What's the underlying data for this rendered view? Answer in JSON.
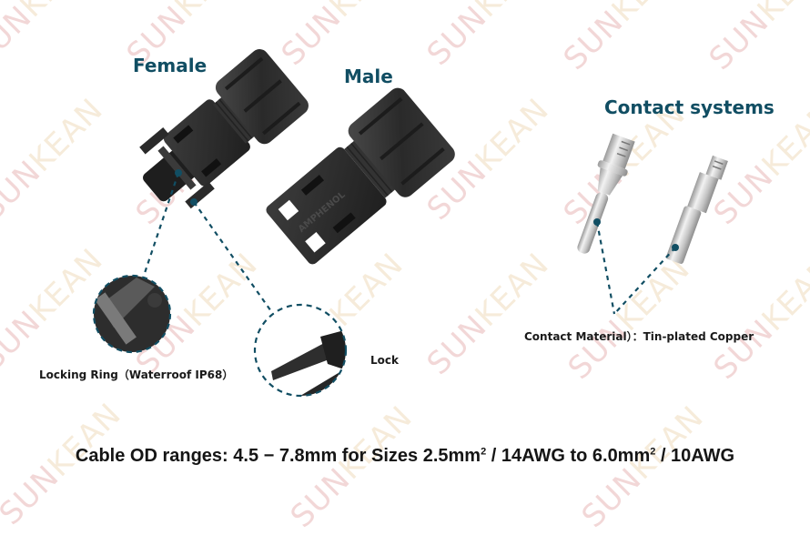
{
  "watermark": {
    "text_a": "SUN",
    "text_b": "KEAN"
  },
  "titles": {
    "female": "Female",
    "male": "Male",
    "contact_systems": "Contact systems"
  },
  "callouts": {
    "locking_ring": "Locking Ring（Waterroof IP68）",
    "lock": "Lock",
    "contact_material": "Contact Material）：Tin-plated Copper"
  },
  "footer": {
    "prefix": "Cable OD ranges: 4.5 − 7.8mm for Sizes 2.5mm",
    "sup1": "2",
    "middle": " / 14AWG to 6.0mm",
    "sup2": "2",
    "suffix": " / 10AWG"
  },
  "colors": {
    "title": "#114e63",
    "callout_line": "#114e63",
    "connector": "#2b2b2b",
    "contact": "#d6d6d6"
  },
  "product_labels": {
    "male_body_text": "AMPHENOL"
  }
}
